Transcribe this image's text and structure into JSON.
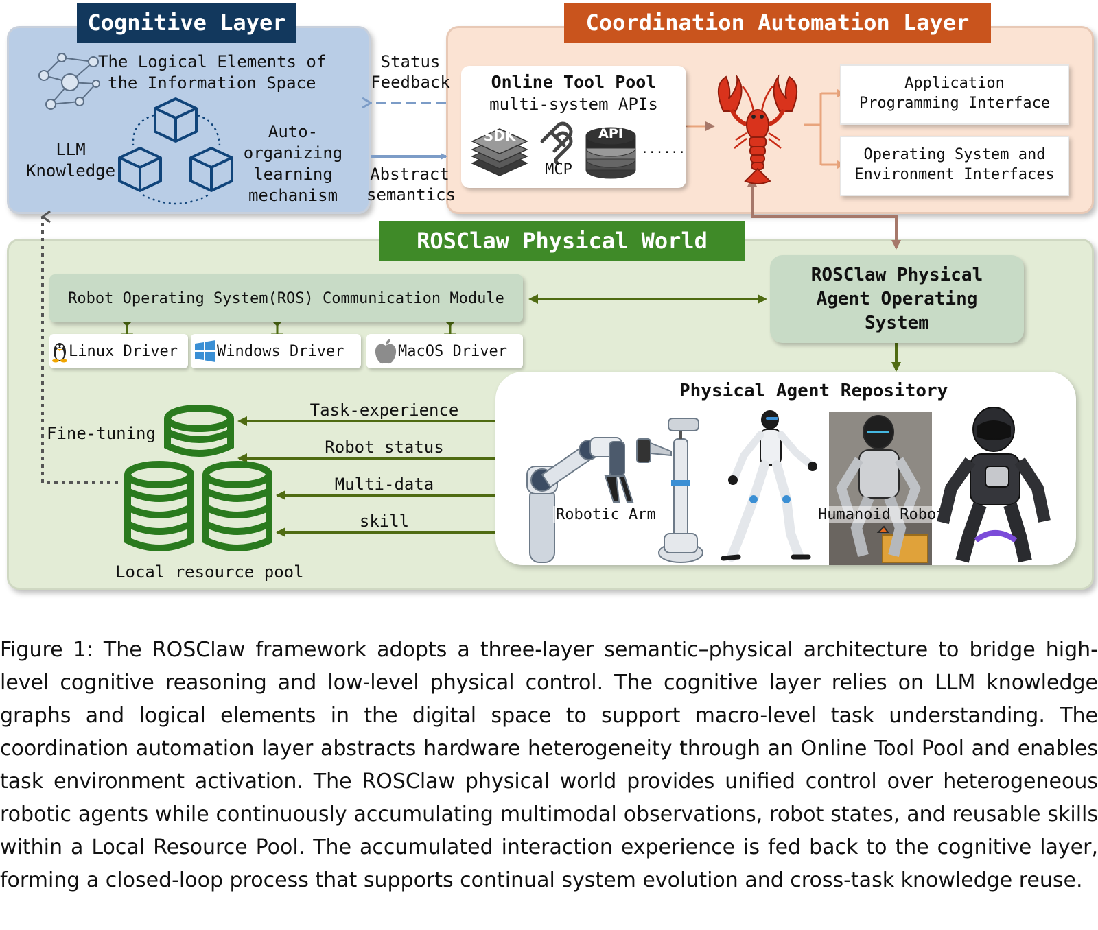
{
  "cognitive_layer": {
    "title": "Cognitive Layer",
    "logical_elements_line1": "The Logical Elements of",
    "logical_elements_line2": "the Information Space",
    "llm_line1": "LLM",
    "llm_line2": "Knowledge",
    "auto_line1": "Auto-",
    "auto_line2": "organizing",
    "auto_line3": "learning",
    "auto_line4": "mechanism"
  },
  "links": {
    "status_line1": "Status",
    "status_line2": "Feedback",
    "abstract_line1": "Abstract",
    "abstract_line2": "semantics",
    "fine_tuning": "Fine-tuning"
  },
  "coordination_layer": {
    "title": "Coordination Automation Layer",
    "tool_pool_title": "Online Tool Pool",
    "tool_pool_subtitle": "multi-system APIs",
    "sdk_label": "SDK",
    "api_label": "API",
    "mcp_label": "MCP",
    "ellipsis": "......",
    "api_box_line1": "Application",
    "api_box_line2": "Programming Interface",
    "os_box_line1": "Operating System and",
    "os_box_line2": "Environment Interfaces"
  },
  "physical_world": {
    "title": "ROSClaw Physical World",
    "ros_module": "Robot Operating System(ROS) Communication Module",
    "drivers": [
      "Linux Driver",
      "Windows Driver",
      "MacOS Driver"
    ],
    "agent_os_line1": "ROSClaw Physical",
    "agent_os_line2": "Agent Operating",
    "agent_os_line3": "System",
    "repository_title": "Physical Agent Repository",
    "robotic_arm": "Robotic Arm",
    "humanoid_robot": "Humanoid Robot",
    "flows": [
      "Task-experience",
      "Robot status",
      "Multi-data",
      "skill"
    ],
    "local_pool": "Local resource pool"
  },
  "caption": "Figure 1: The ROSClaw framework adopts a three-layer semantic–physical architecture to bridge high-level cognitive reasoning and low-level physical control. The cognitive layer relies on LLM knowledge graphs and logical elements in the digital space to support macro-level task understanding. The coordination automation layer abstracts hardware heterogeneity through an Online Tool Pool and enables task environment activation. The ROSClaw physical world provides unified control over heterogeneous robotic agents while continuously accumulating multimodal observations, robot states, and reusable skills within a Local Resource Pool. The accumulated interaction experience is fed back to the cognitive layer, forming a closed-loop process that supports continual system evolution and cross-task knowledge reuse.",
  "colors": {
    "cognitive_bg": "#b9cde6",
    "cognitive_tab": "#12385d",
    "coord_bg": "#fbe3d3",
    "coord_tab": "#c9541d",
    "phys_bg": "#e3ecd6",
    "phys_tab": "#3f8a28",
    "flow_arrow": "#4f6b12",
    "link_arrow": "#7c9cc7",
    "connector": "#a6786a",
    "lobster": "#d9331c"
  }
}
